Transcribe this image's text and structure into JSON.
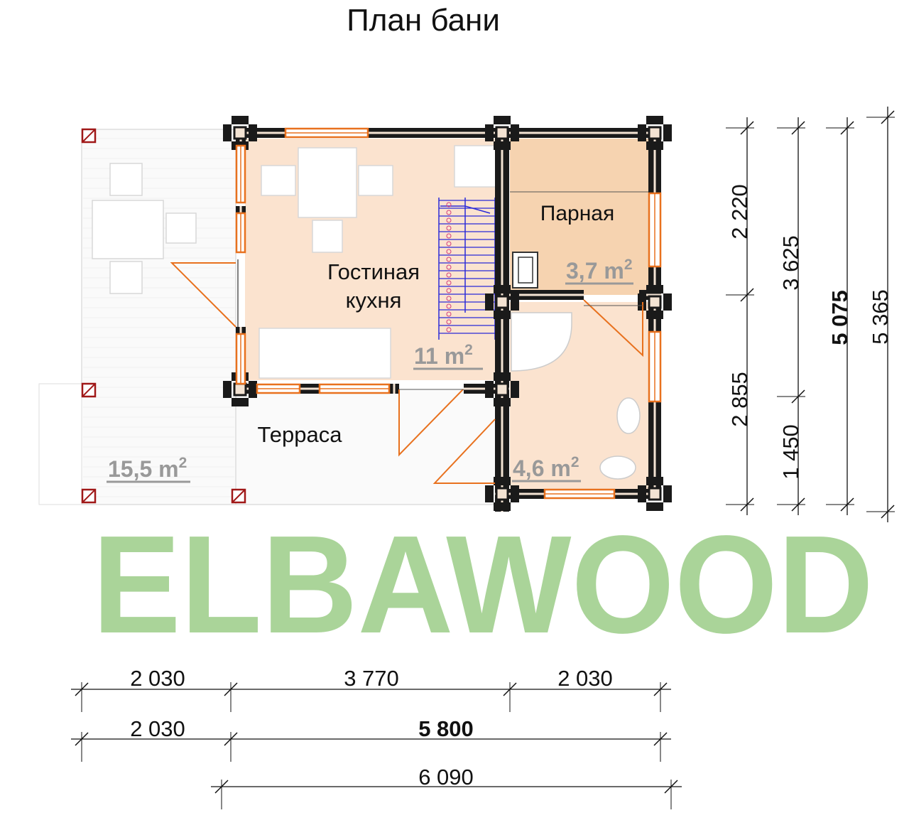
{
  "title": "План бани",
  "logo_text": "ELBAWOOD",
  "rooms": [
    {
      "name": "Гостиная",
      "name_line2": "кухня",
      "area": "11 m",
      "sup": "2"
    },
    {
      "name": "Парная",
      "area": "3,7 m",
      "sup": "2"
    },
    {
      "name": "",
      "area": "4,6 m",
      "sup": "2"
    },
    {
      "name": "Терраса",
      "area": "15,5 m",
      "sup": "2"
    }
  ],
  "dims_right": {
    "col1": [
      "2 220",
      "2 855"
    ],
    "col2": [
      "3 625",
      "1 450"
    ],
    "col3_total": "5 075",
    "col4": "5 365"
  },
  "dims_bottom": {
    "row1": [
      "2 030",
      "3 770",
      "2 030"
    ],
    "row2": [
      "2 030",
      "5 800"
    ],
    "row3": "6 090"
  },
  "colors": {
    "wall": "#1a1a1a",
    "wall_inner": "#f3e3d3",
    "room_fill": "#fbe3cf",
    "steam_fill": "#f6d3b0",
    "terrace_fill": "#fafafa",
    "orange": "#e8711e",
    "stair": "#2a2ad8",
    "area_text": "#999999",
    "logo": "#a9d497",
    "pillar": "#a01818"
  }
}
